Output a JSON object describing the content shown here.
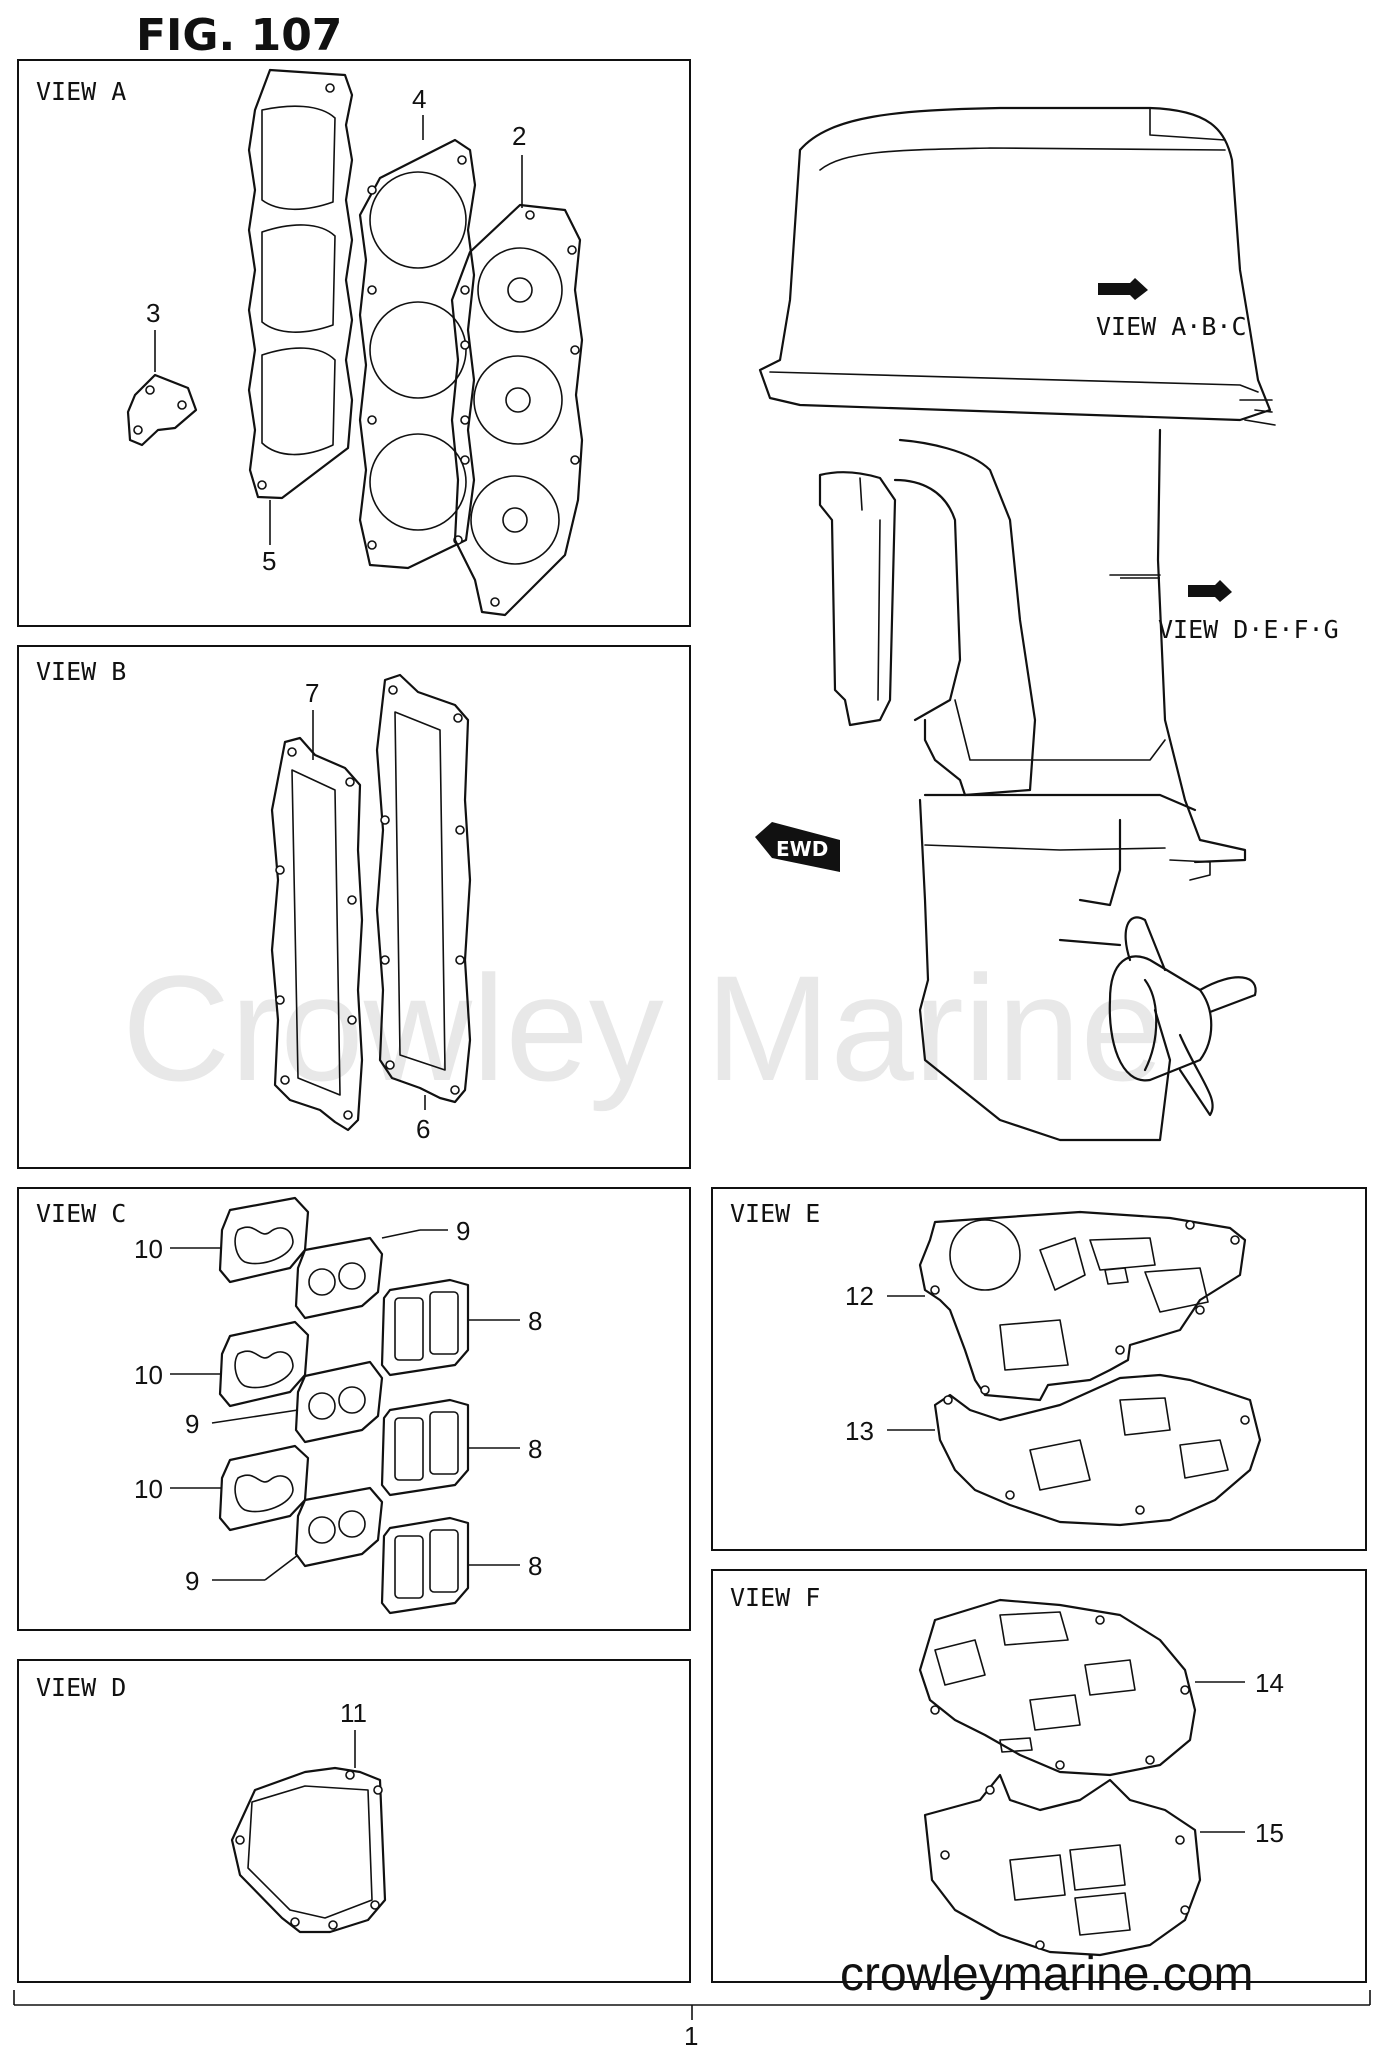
{
  "figure": {
    "title": "FIG. 107"
  },
  "views": {
    "a": {
      "label": "VIEW A",
      "callouts": [
        "4",
        "2",
        "3",
        "5"
      ]
    },
    "b": {
      "label": "VIEW B",
      "callouts": [
        "7",
        "6"
      ]
    },
    "c": {
      "label": "VIEW C",
      "callouts": [
        "10",
        "9",
        "8",
        "10",
        "8",
        "9",
        "10",
        "8",
        "9"
      ]
    },
    "d": {
      "label": "VIEW D",
      "callouts": [
        "11"
      ]
    },
    "e": {
      "label": "VIEW E",
      "callouts": [
        "12",
        "13"
      ]
    },
    "f": {
      "label": "VIEW F",
      "callouts": [
        "14",
        "15"
      ]
    }
  },
  "engine": {
    "view_abc": "VIEW A·B·C",
    "view_defg": "VIEW D·E·F·G",
    "badge": "EWD"
  },
  "watermark": "Crowley Marine",
  "website": "crowleymarine.com",
  "page_number": "1"
}
